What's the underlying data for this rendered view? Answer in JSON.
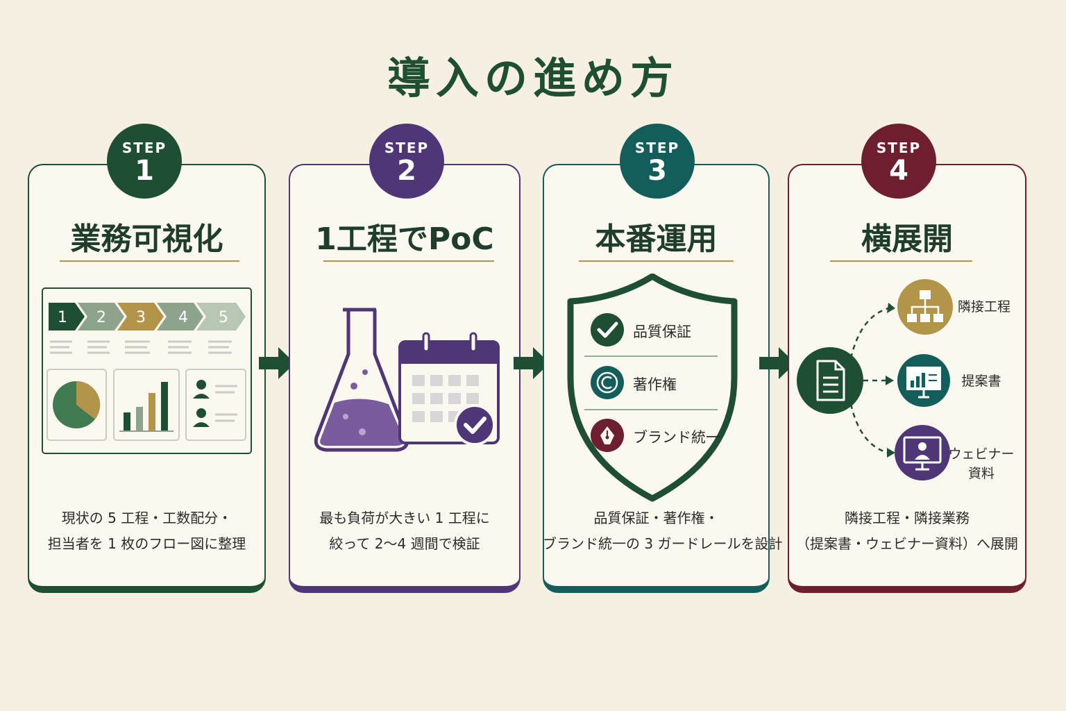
{
  "title": "導入の進め方",
  "steps": [
    {
      "step_word": "STEP",
      "number": "1",
      "title": "業務可視化",
      "color": "#1f4f33",
      "description_lines": [
        "現状の 5 工程・工数配分・",
        "担当者を 1 枚のフロー図に整理"
      ],
      "chevrons": [
        "1",
        "2",
        "3",
        "4",
        "5"
      ]
    },
    {
      "step_word": "STEP",
      "number": "2",
      "title": "1工程でPoC",
      "color": "#4f3677",
      "description_lines": [
        "最も負荷が大きい 1 工程に",
        "絞って 2〜4 週間で検証"
      ]
    },
    {
      "step_word": "STEP",
      "number": "3",
      "title": "本番運用",
      "color": "#135e5b",
      "description_lines": [
        "品質保証・著作権・",
        "ブランド統一の 3 ガードレールを設計"
      ],
      "guardrails": [
        "品質保証",
        "著作権",
        "ブランド統一"
      ]
    },
    {
      "step_word": "STEP",
      "number": "4",
      "title": "横展開",
      "color": "#6e1f2d",
      "description_lines": [
        "隣接工程・隣接業務",
        "（提案書・ウェビナー資料）へ展開"
      ],
      "branches": [
        "隣接工程",
        "提案書",
        "ウェビナー\n資料"
      ]
    }
  ],
  "colors": {
    "green": "#1f4f33",
    "gold": "#b3954a",
    "purple": "#4f3677",
    "teal": "#135e5b",
    "maroon": "#6e1f2d",
    "sage": "#8ea38c",
    "background": "#f6f0e3"
  },
  "icons": [
    "flow-chart-icon",
    "flask-icon",
    "calendar-check-icon",
    "shield-icon",
    "check-icon",
    "copyright-icon",
    "pen-nib-icon",
    "document-icon",
    "hierarchy-icon",
    "presentation-icon",
    "webinar-icon",
    "arrow-right-icon"
  ]
}
